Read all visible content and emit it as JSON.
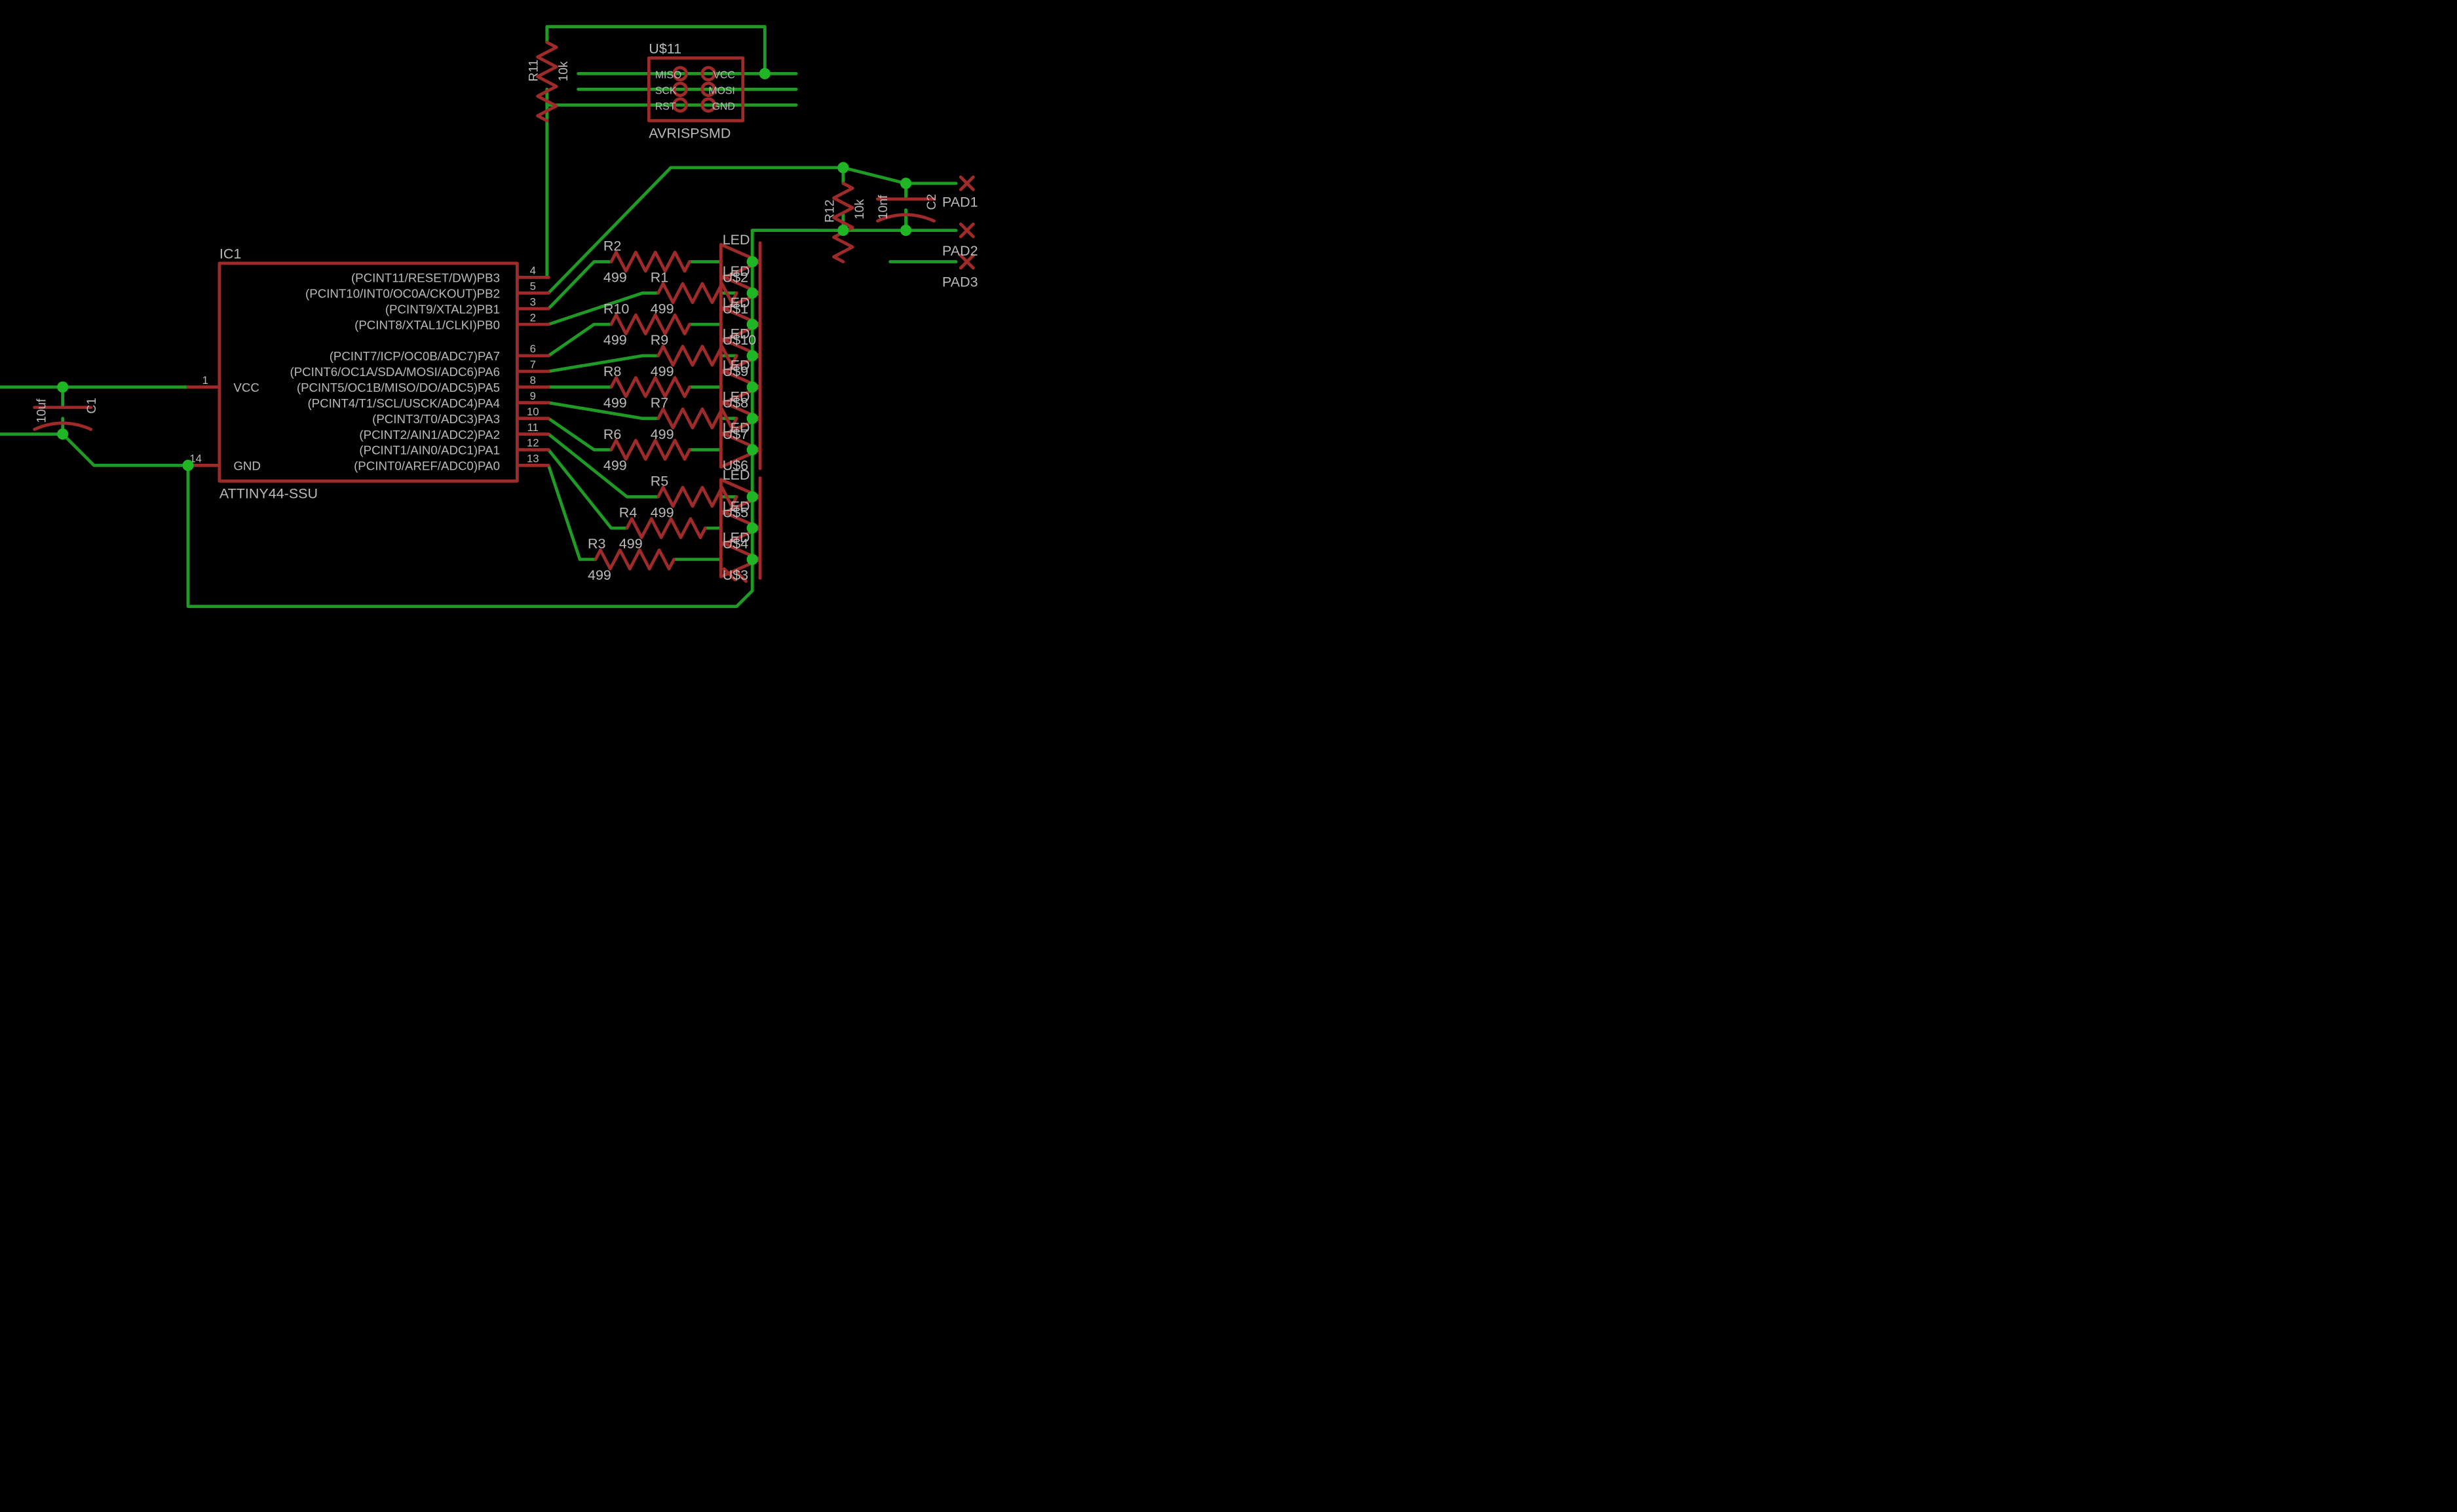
{
  "colors": {
    "background": "#000000",
    "wire": "#1f9a24",
    "part": "#9e2a2a",
    "text": "#b9b9b9",
    "junction": "#1fb524"
  },
  "ic1": {
    "name": "IC1",
    "value": "ATTINY44-SSU",
    "vcc_label": "VCC",
    "gnd_label": "GND",
    "vcc_pin": "1",
    "gnd_pin": "14",
    "pins": [
      {
        "label": "(PCINT11/RESET/DW)PB3",
        "num": "4"
      },
      {
        "label": "(PCINT10/INT0/OC0A/CKOUT)PB2",
        "num": "5"
      },
      {
        "label": "(PCINT9/XTAL2)PB1",
        "num": "3"
      },
      {
        "label": "(PCINT8/XTAL1/CLKI)PB0",
        "num": "2"
      },
      {
        "label": "(PCINT7/ICP/OC0B/ADC7)PA7",
        "num": "6"
      },
      {
        "label": "(PCINT6/OC1A/SDA/MOSI/ADC6)PA6",
        "num": "7"
      },
      {
        "label": "(PCINT5/OC1B/MISO/DO/ADC5)PA5",
        "num": "8"
      },
      {
        "label": "(PCINT4/T1/SCL/USCK/ADC4)PA4",
        "num": "9"
      },
      {
        "label": "(PCINT3/T0/ADC3)PA3",
        "num": "10"
      },
      {
        "label": "(PCINT2/AIN1/ADC2)PA2",
        "num": "11"
      },
      {
        "label": "(PCINT1/AIN0/ADC1)PA1",
        "num": "12"
      },
      {
        "label": "(PCINT0/AREF/ADC0)PA0",
        "num": "13"
      }
    ]
  },
  "c1": {
    "name": "C1",
    "value": "10uf"
  },
  "c2": {
    "name": "C2",
    "value": "10nf"
  },
  "r11": {
    "name": "R11",
    "value": "10k"
  },
  "r12": {
    "name": "R12",
    "value": "10k"
  },
  "isp": {
    "name": "U$11",
    "value": "AVRISPSMD",
    "left_pins": [
      "MISO",
      "SCK",
      "RST"
    ],
    "right_pins": [
      "VCC",
      "MOSI",
      "GND"
    ]
  },
  "pads": [
    "PAD1",
    "PAD2",
    "PAD3"
  ],
  "resistors": [
    {
      "name": "R2",
      "value": "499"
    },
    {
      "name": "R1",
      "value": "499"
    },
    {
      "name": "R10",
      "value": "499"
    },
    {
      "name": "R9",
      "value": "499"
    },
    {
      "name": "R8",
      "value": "499"
    },
    {
      "name": "R7",
      "value": "499"
    },
    {
      "name": "R6",
      "value": "499"
    },
    {
      "name": "R5",
      "value": "499"
    },
    {
      "name": "R4",
      "value": "499"
    },
    {
      "name": "R3",
      "value": "499"
    }
  ],
  "leds": [
    {
      "name": "U$2",
      "value": "LED"
    },
    {
      "name": "U$1",
      "value": "LED"
    },
    {
      "name": "U$10",
      "value": "LED"
    },
    {
      "name": "U$9",
      "value": "LED"
    },
    {
      "name": "U$8",
      "value": "LED"
    },
    {
      "name": "U$7",
      "value": "LED"
    },
    {
      "name": "U$6",
      "value": "LED"
    },
    {
      "name": "U$5",
      "value": "LED"
    },
    {
      "name": "U$4",
      "value": "LED"
    },
    {
      "name": "U$3",
      "value": "LED"
    }
  ]
}
